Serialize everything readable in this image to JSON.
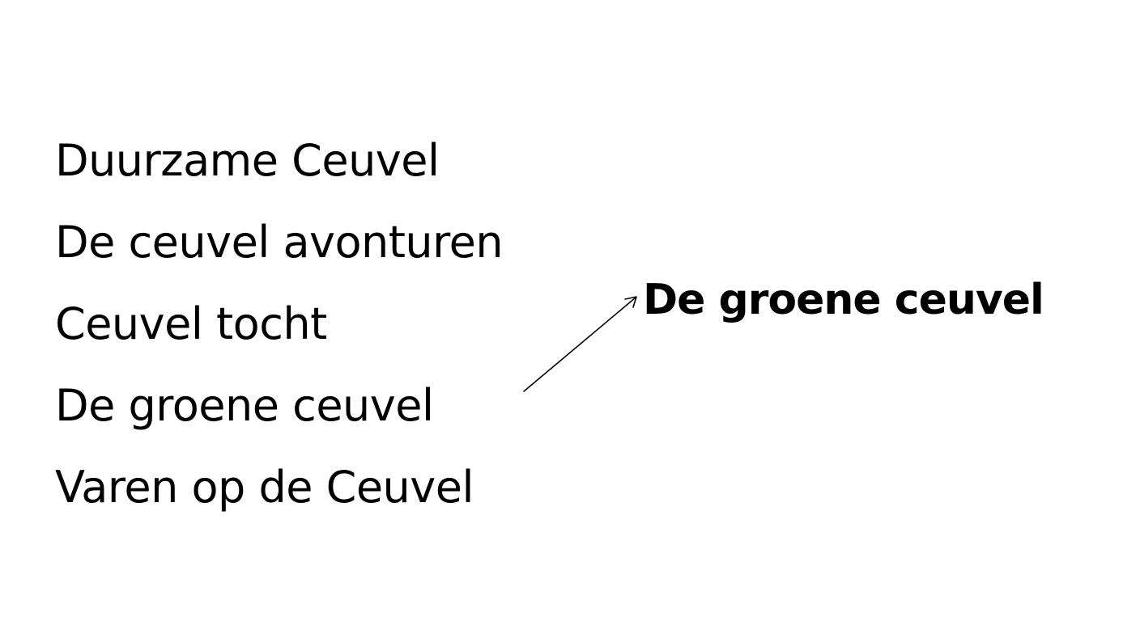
{
  "options": [
    "Duurzame Ceuvel",
    "De ceuvel avonturen",
    "Ceuvel tocht",
    "De groene ceuvel",
    "Varen op de Ceuvel"
  ],
  "chosen": "De groene ceuvel",
  "colors": {
    "background": "#ffffff",
    "text": "#000000"
  }
}
